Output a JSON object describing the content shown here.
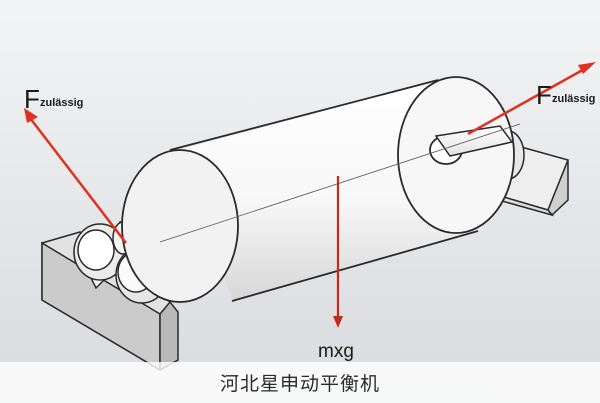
{
  "diagram": {
    "left_force": {
      "symbol": "F",
      "subscript": "zulässig"
    },
    "right_force": {
      "symbol": "F",
      "subscript": "zulässig"
    },
    "weight_label": "mxg",
    "colors": {
      "force_arrow": "#e0301e",
      "weight_arrow": "#c42a1c",
      "outline": "#2a2a2a"
    }
  },
  "caption": "河北星申动平衡机"
}
